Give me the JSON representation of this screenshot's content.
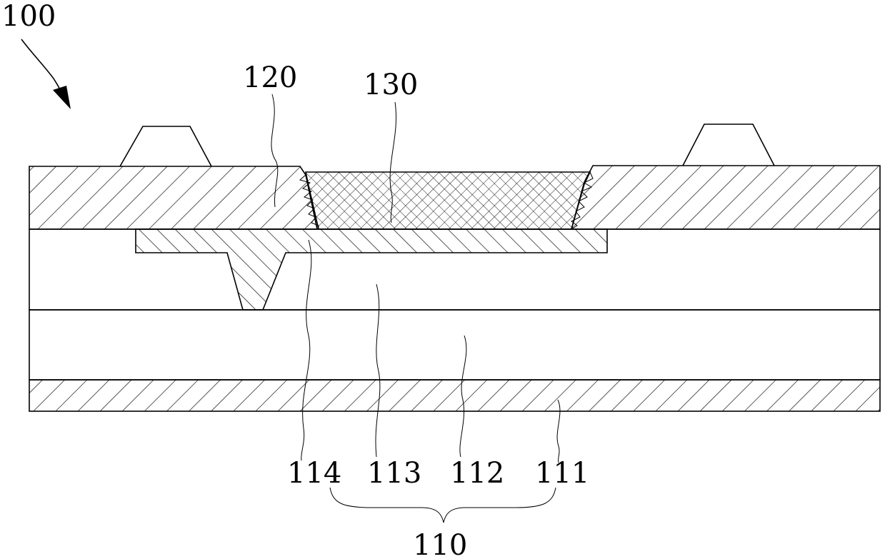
{
  "figure": {
    "labels": {
      "device": "100",
      "layer_120": "120",
      "layer_130": "130",
      "layer_114": "114",
      "layer_113": "113",
      "layer_112": "112",
      "layer_111": "111",
      "group_110": "110"
    },
    "colors": {
      "line": "#000000",
      "background": "#ffffff"
    }
  }
}
